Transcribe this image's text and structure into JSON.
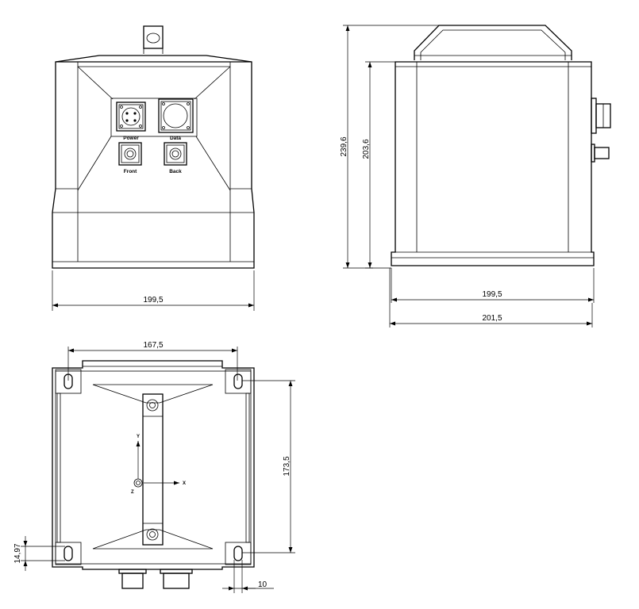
{
  "front_view": {
    "connectors": {
      "power": "Power",
      "data": "Data",
      "front": "Front",
      "back": "Back"
    },
    "width_dim": "199,5"
  },
  "side_view": {
    "total_height_dim": "239,6",
    "body_height_dim": "203,6",
    "body_width_dim": "199,5",
    "total_width_dim": "201,5"
  },
  "bottom_view": {
    "hole_spacing_x_dim": "167,5",
    "hole_spacing_y_dim": "173,5",
    "hole_offset_y_dim": "14,97",
    "hole_offset_x_dim": "10",
    "axes": {
      "x": "X",
      "y": "Y",
      "z": "Z"
    }
  }
}
